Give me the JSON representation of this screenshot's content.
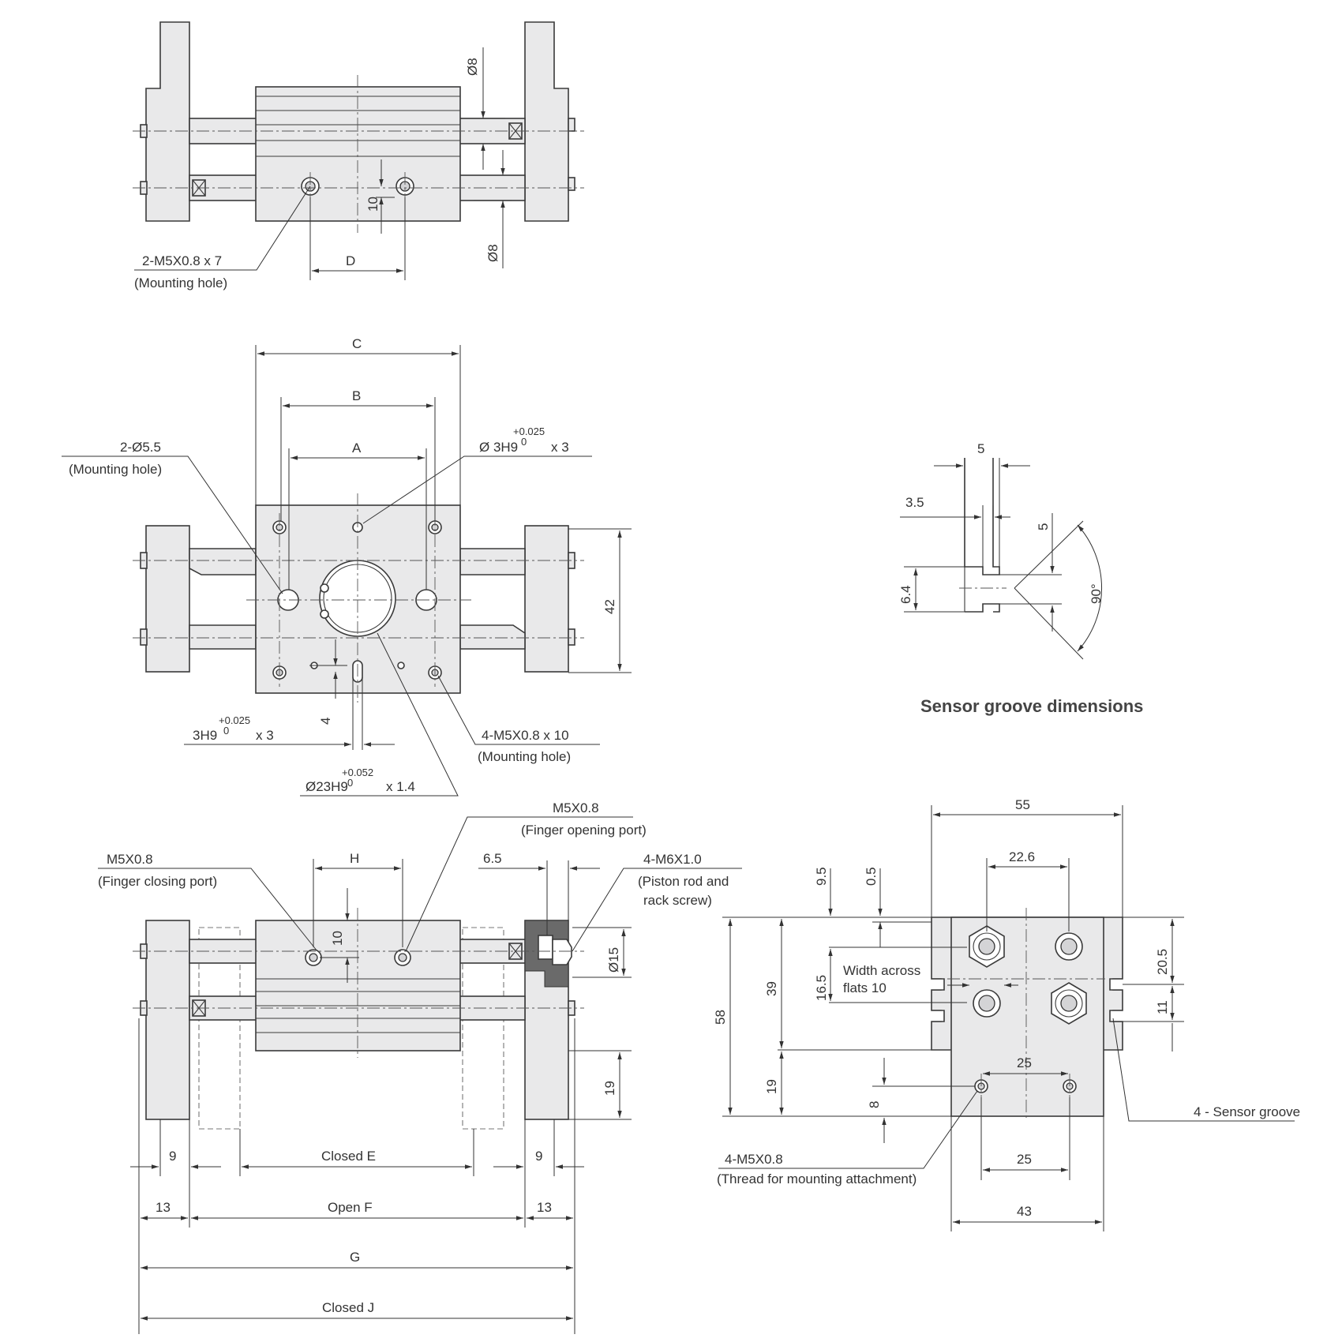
{
  "top_view": {
    "dim_phi8_upper": "Ø8",
    "dim_phi8_lower": "Ø8",
    "dim_10": "10",
    "dim_D": "D",
    "hole_label": "2-M5X0.8 x 7",
    "hole_note": "(Mounting hole)"
  },
  "middle_view": {
    "dim_C": "C",
    "dim_B": "B",
    "dim_A": "A",
    "mount_hole_label": "2-Ø5.5",
    "mount_hole_note": "(Mounting hole)",
    "pin_hole_label": "Ø  3H9",
    "pin_hole_tol_upper": "+0.025",
    "pin_hole_tol_lower": "0",
    "pin_hole_qty": "x 3",
    "dim_42": "42",
    "dim_4": "4",
    "pin2_label": "3H9",
    "pin2_tol_upper": "+0.025",
    "pin2_tol_lower": "0",
    "pin2_qty": "x 3",
    "m5_label": "4-M5X0.8 x 10",
    "m5_note": "(Mounting hole)",
    "bore_label": "Ø23H9",
    "bore_tol_upper": "+0.052",
    "bore_tol_lower": "0",
    "bore_qty": "x 1.4"
  },
  "sensor_groove": {
    "dim_5_top": "5",
    "dim_3_5": "3.5",
    "dim_5_side": "5",
    "dim_6_4": "6.4",
    "dim_90": "90°",
    "title": "Sensor groove dimensions"
  },
  "front_view": {
    "open_port_label": "M5X0.8",
    "open_port_note": "(Finger opening port)",
    "close_port_label": "M5X0.8",
    "close_port_note": "(Finger closing port)",
    "dim_H": "H",
    "dim_6_5": "6.5",
    "piston_label": "4-M6X1.0",
    "piston_note_1": "(Piston rod and",
    "piston_note_2": "rack screw)",
    "dim_10": "10",
    "dim_phi15": "Ø15",
    "dim_19": "19",
    "dim_9_left": "9",
    "dim_closed_E": "Closed E",
    "dim_9_right": "9",
    "dim_13_left": "13",
    "dim_open_F": "Open F",
    "dim_13_right": "13",
    "dim_G": "G",
    "dim_closed_J": "Closed J"
  },
  "side_view": {
    "dim_55": "55",
    "dim_22_6": "22.6",
    "dim_9_5": "9.5",
    "dim_0_5": "0.5",
    "dim_58": "58",
    "dim_39": "39",
    "dim_16_5": "16.5",
    "dim_19": "19",
    "dim_8": "8",
    "width_note_1": "Width across",
    "width_note_2": "flats 10",
    "dim_20_5": "20.5",
    "dim_11": "11",
    "dim_25_inner": "25",
    "sensor_groove_label": "4 - Sensor groove",
    "thread_label": "4-M5X0.8",
    "thread_note": "(Thread for mounting attachment)",
    "dim_25_bottom": "25",
    "dim_43": "43"
  }
}
